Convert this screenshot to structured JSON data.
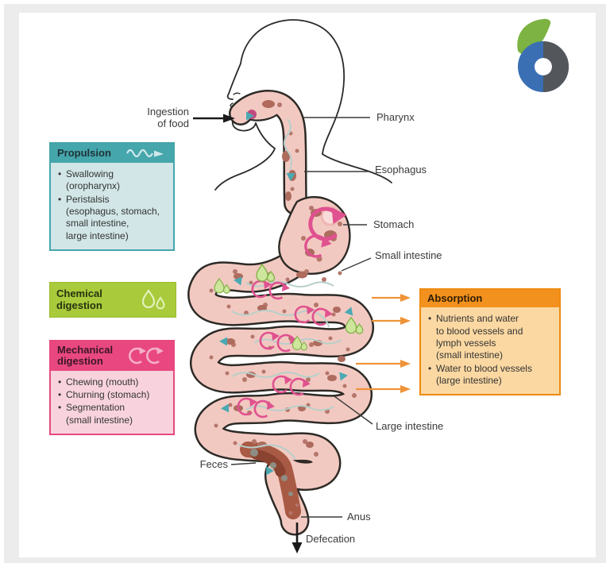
{
  "flow_labels": {
    "ingestion": "Ingestion\nof food",
    "feces": "Feces",
    "defecation": "Defecation"
  },
  "anatomy_labels": {
    "pharynx": "Pharynx",
    "esophagus": "Esophagus",
    "stomach": "Stomach",
    "small_intestine": "Small intestine",
    "large_intestine": "Large intestine",
    "anus": "Anus"
  },
  "boxes": {
    "propulsion": {
      "title": "Propulsion",
      "icon": "wave-arrow-icon",
      "items": [
        "Swallowing\n(oropharynx)",
        "Peristalsis\n(esophagus, stomach,\nsmall intestine,\nlarge intestine)"
      ]
    },
    "chemical": {
      "title": "Chemical\ndigestion",
      "icon": "droplets-icon"
    },
    "mechanical": {
      "title": "Mechanical\ndigestion",
      "icon": "churn-arrows-icon",
      "items": [
        "Chewing (mouth)",
        "Churning (stomach)",
        "Segmentation\n(small intestine)"
      ]
    },
    "absorption": {
      "title": "Absorption",
      "items": [
        "Nutrients and water\nto blood vessels and\nlymph vessels\n(small intestine)",
        "Water to blood vessels\n(large intestine)"
      ]
    }
  },
  "icons": {
    "logo": "b-logo",
    "propulsion": "wave-arrow-icon",
    "chemical": "droplets-icon",
    "mechanical": "churn-arrows-icon"
  },
  "colors": {
    "propulsion_teal": "#45a6ac",
    "propulsion_body": "#d2e6e7",
    "chemical_green": "#a9ca3b",
    "mechanical_pink": "#e8487f",
    "mechanical_body": "#f8d3de",
    "absorption_orange": "#f2911d",
    "absorption_body": "#fbd8a2",
    "absorb_arrow_orange": "#ef9338",
    "tract_fill": "#f2c9c1",
    "tract_outline": "#2d2a26",
    "flow_arrow_teal": "#4aa9b2",
    "churn_arrow_pink": "#e0518f",
    "enzyme_droplet_green": "#cde69c",
    "feces_brown": "#a85a44",
    "logo_blue": "#3a6fb4",
    "logo_green": "#7cb342",
    "logo_gray": "#53575b"
  }
}
